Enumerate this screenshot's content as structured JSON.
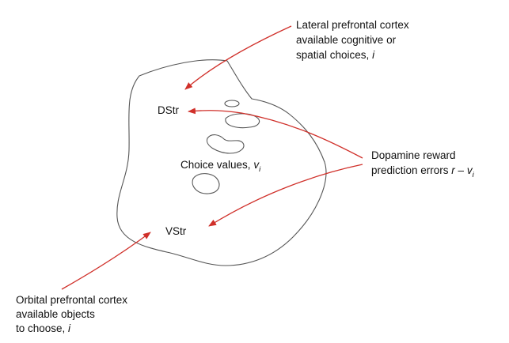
{
  "diagram": {
    "structure_labels": {
      "dstr": "DStr",
      "vstr": "VStr",
      "center_text": "Choice values, ",
      "center_var": "v",
      "center_sub": "i"
    },
    "inputs": {
      "lateral_pfc": {
        "line1": "Lateral prefrontal cortex",
        "line2": "available cognitive or",
        "line3_text": "spatial choices, ",
        "line3_var": "i"
      },
      "orbital_pfc": {
        "line1": "Orbital prefrontal cortex",
        "line2": "available objects",
        "line3_text": "to choose, ",
        "line3_var": "i"
      },
      "dopamine": {
        "line1": "Dopamine reward",
        "line2_text": "prediction errors ",
        "line2_var_r": "r",
        "line2_minus": " – ",
        "line2_var_v": "v",
        "line2_sub": "i"
      }
    },
    "colors": {
      "arrow": "#d0302a",
      "outline": "#555555",
      "text": "#111111"
    }
  }
}
